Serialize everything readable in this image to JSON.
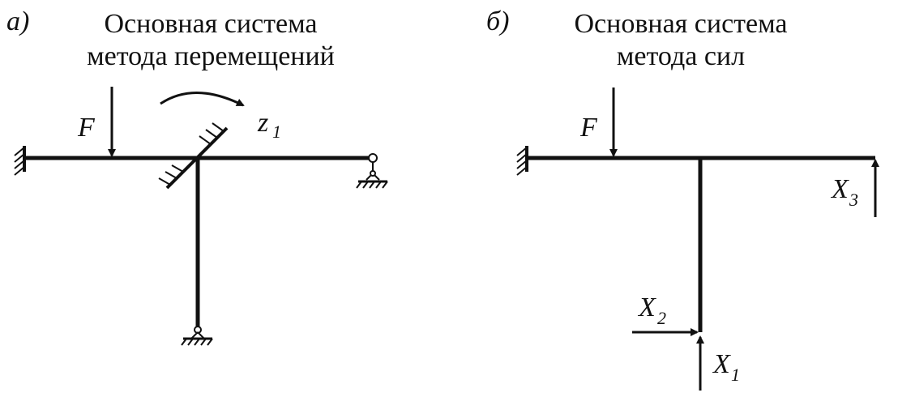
{
  "panel_a": {
    "letter": "а)",
    "caption_line1": "Основная система",
    "caption_line2": "метода перемещений",
    "load_label": "F",
    "rotation_label": "z",
    "rotation_sub": "1"
  },
  "panel_b": {
    "letter": "б)",
    "caption_line1": "Основная система",
    "caption_line2": "метода сил",
    "load_label": "F",
    "x1_label": "X",
    "x1_sub": "1",
    "x2_label": "X",
    "x2_sub": "2",
    "x3_label": "X",
    "x3_sub": "3"
  },
  "colors": {
    "ink": "#111111"
  }
}
